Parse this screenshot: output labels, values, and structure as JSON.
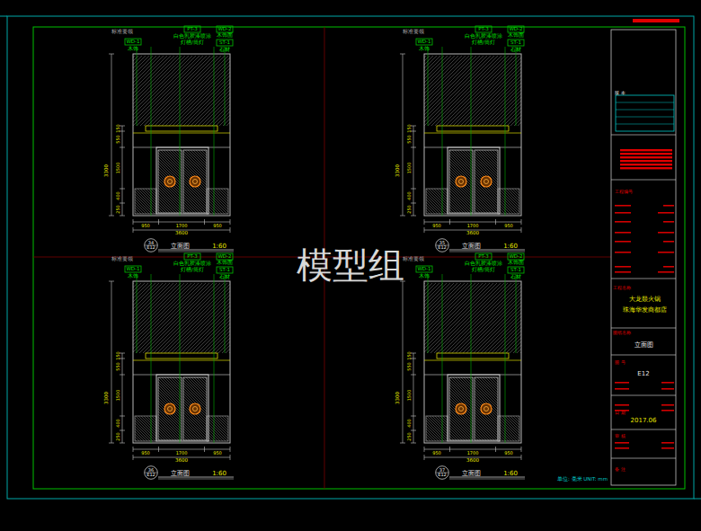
{
  "diagram": {
    "nodes": [
      {
        "text": [
          "34",
          "E12"
        ]
      },
      {
        "text": [
          "35",
          "E12"
        ]
      },
      {
        "text": [
          "36",
          "E12"
        ]
      },
      {
        "text": [
          "37",
          "E12"
        ]
      }
    ],
    "labels": [
      "标准要领",
      "WD-1",
      "木饰",
      "PT-3",
      "白色乳胶漆喷涂",
      "灯槽/筒灯",
      "WD-2",
      "木饰面",
      "ST-1",
      "石材",
      "150",
      "550",
      "1500",
      "400",
      "250",
      "3300",
      "950",
      "1700",
      "950",
      "3600",
      "立面图",
      "1:60",
      "标准要领",
      "WD-1",
      "木饰",
      "PT-3",
      "白色乳胶漆喷涂",
      "灯槽/筒灯",
      "WD-2",
      "木饰面",
      "ST-1",
      "石材",
      "150",
      "550",
      "1500",
      "400",
      "250",
      "3300",
      "950",
      "1700",
      "950",
      "3600",
      "立面图",
      "1:60",
      "标准要领",
      "WD-1",
      "木饰",
      "PT-3",
      "白色乳胶漆喷涂",
      "灯槽/筒灯",
      "WD-2",
      "木饰面",
      "ST-1",
      "石材",
      "150",
      "550",
      "1500",
      "400",
      "250",
      "3300",
      "950",
      "1700",
      "950",
      "3600",
      "立面图",
      "1:60",
      "标准要领",
      "WD-1",
      "木饰",
      "PT-3",
      "白色乳胶漆喷涂",
      "灯槽/筒灯",
      "WD-2",
      "木饰面",
      "ST-1",
      "石材",
      "150",
      "550",
      "1500",
      "400",
      "250",
      "3300",
      "950",
      "1700",
      "950",
      "3600",
      "立面图",
      "1:60",
      "版 本",
      "工程编号",
      "工程名称",
      "大龙燚火锅",
      "珠海华发商都店",
      "图纸名称",
      "立面图",
      "图 号",
      "E12",
      "日 期",
      "2017.06",
      "审 核",
      "备 注",
      "单位: 毫米  UNIT: mm",
      "模型组"
    ]
  }
}
